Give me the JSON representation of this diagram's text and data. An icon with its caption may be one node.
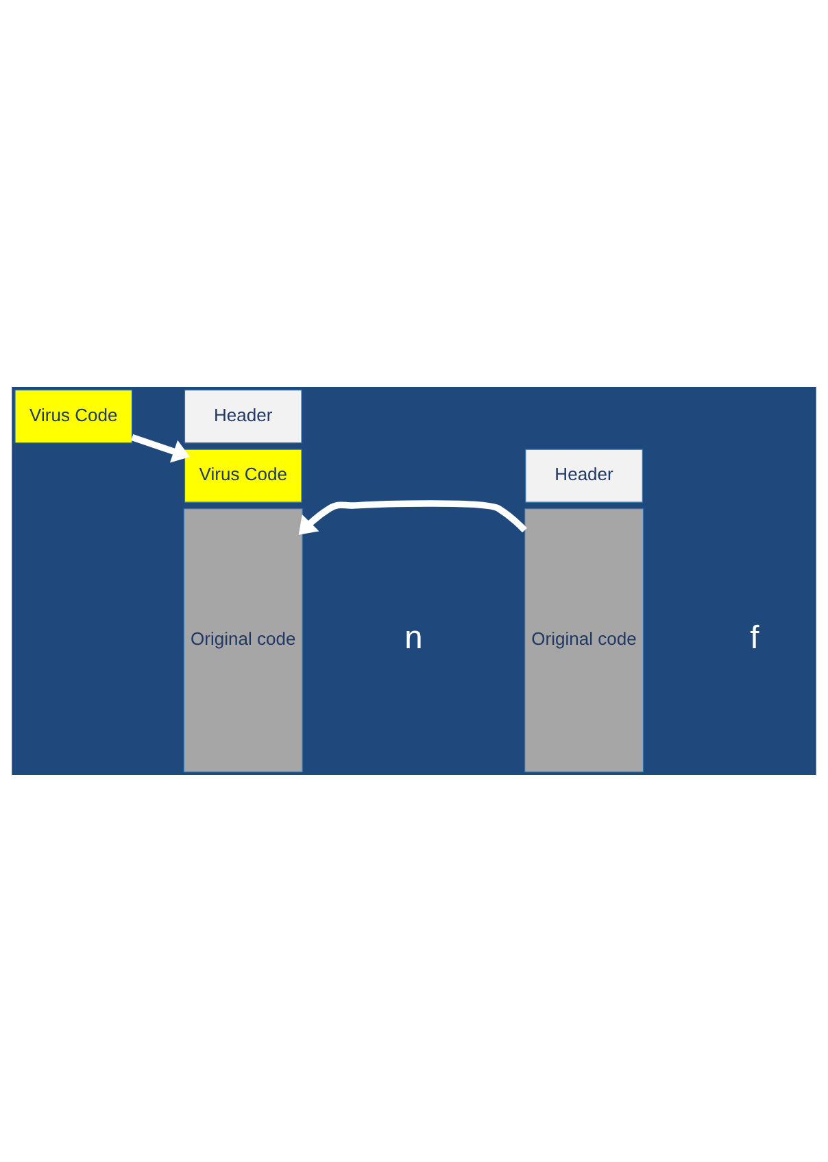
{
  "diagram": {
    "nodes": [
      {
        "text": [
          "Virus Code"
        ]
      },
      {
        "text": [
          "Header"
        ]
      },
      {
        "text": [
          "Original code"
        ]
      },
      {
        "text": [
          "Header"
        ]
      },
      {
        "text": [
          "Virus Code"
        ]
      },
      {
        "text": [
          "Original code"
        ]
      }
    ],
    "edges": [
      {
        "from": 0,
        "to": 4,
        "arrow": "to"
      },
      {
        "from": 2,
        "to": 5,
        "arrow": "to"
      }
    ],
    "labels": [
      "n",
      "f"
    ]
  }
}
